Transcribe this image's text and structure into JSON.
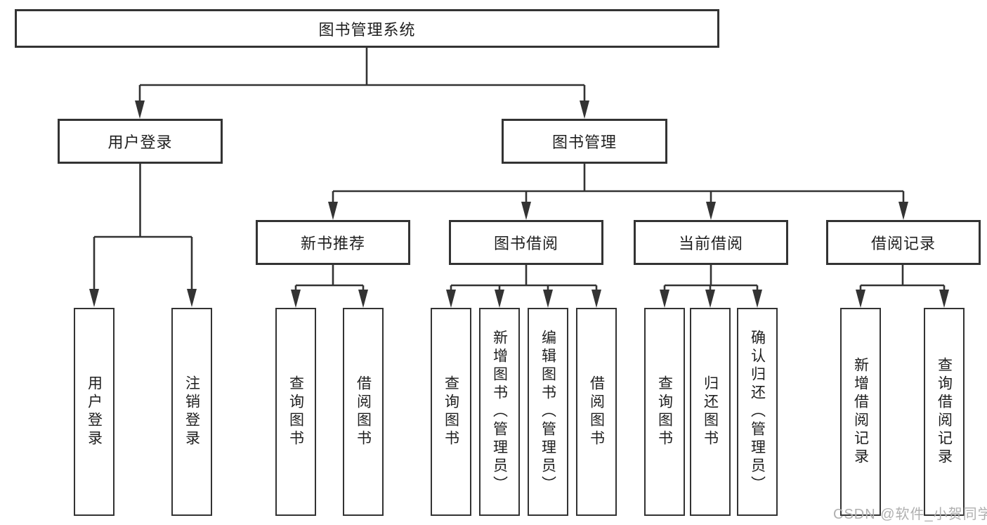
{
  "diagram": {
    "root": {
      "label": "图书管理系统"
    },
    "branches": [
      {
        "label": "用户登录",
        "children": [
          {
            "label": "用户登录"
          },
          {
            "label": "注销登录"
          }
        ]
      },
      {
        "label": "图书管理",
        "children": [
          {
            "label": "新书推荐",
            "children": [
              {
                "label": "查询图书"
              },
              {
                "label": "借阅图书"
              }
            ]
          },
          {
            "label": "图书借阅",
            "children": [
              {
                "label": "查询图书"
              },
              {
                "label": "新增图书（管理员）"
              },
              {
                "label": "编辑图书（管理员）"
              },
              {
                "label": "借阅图书"
              }
            ]
          },
          {
            "label": "当前借阅",
            "children": [
              {
                "label": "查询图书"
              },
              {
                "label": "归还图书"
              },
              {
                "label": "确认归还（管理员）"
              }
            ]
          },
          {
            "label": "借阅记录",
            "children": [
              {
                "label": "新增借阅记录"
              },
              {
                "label": "查询借阅记录"
              }
            ]
          }
        ]
      }
    ]
  },
  "colors": {
    "line": "#333333",
    "box_fill": "#ffffff",
    "watermark": "#b0b0b0"
  },
  "watermark": "CSDN @软件_小贺同学"
}
